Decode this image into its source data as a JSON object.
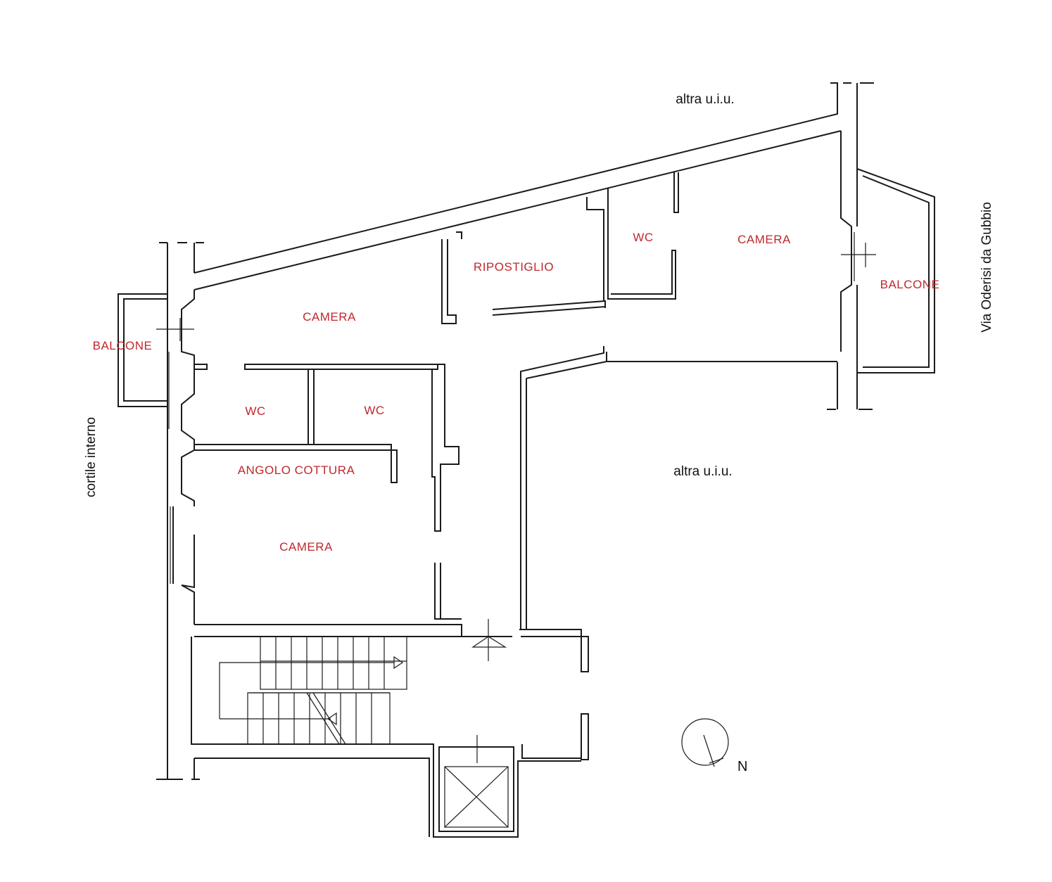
{
  "colors": {
    "room_label": "#c0282d",
    "context_label": "#111111",
    "wall": "#1a1a1a"
  },
  "rooms": [
    {
      "id": "camera-1",
      "label": "CAMERA"
    },
    {
      "id": "ripostiglio",
      "label": "RIPOSTIGLIO"
    },
    {
      "id": "wc-1",
      "label": "WC"
    },
    {
      "id": "camera-2",
      "label": "CAMERA"
    },
    {
      "id": "balcone-right",
      "label": "BALCONE"
    },
    {
      "id": "balcone-left",
      "label": "BALCONE"
    },
    {
      "id": "wc-2",
      "label": "WC"
    },
    {
      "id": "wc-3",
      "label": "WC"
    },
    {
      "id": "angolo-cottura",
      "label": "ANGOLO COTTURA"
    },
    {
      "id": "camera-3",
      "label": "CAMERA"
    }
  ],
  "context": {
    "top": "altra u.i.u.",
    "right_middle": "altra u.i.u.",
    "left_side": "cortile interno",
    "right_side": "Via Oderisi da Gubbio"
  },
  "north_label": "N",
  "icons": {
    "north_arrow": "compass-north-icon",
    "lift": "lift-shaft-icon",
    "stairs": "staircase-icon"
  }
}
